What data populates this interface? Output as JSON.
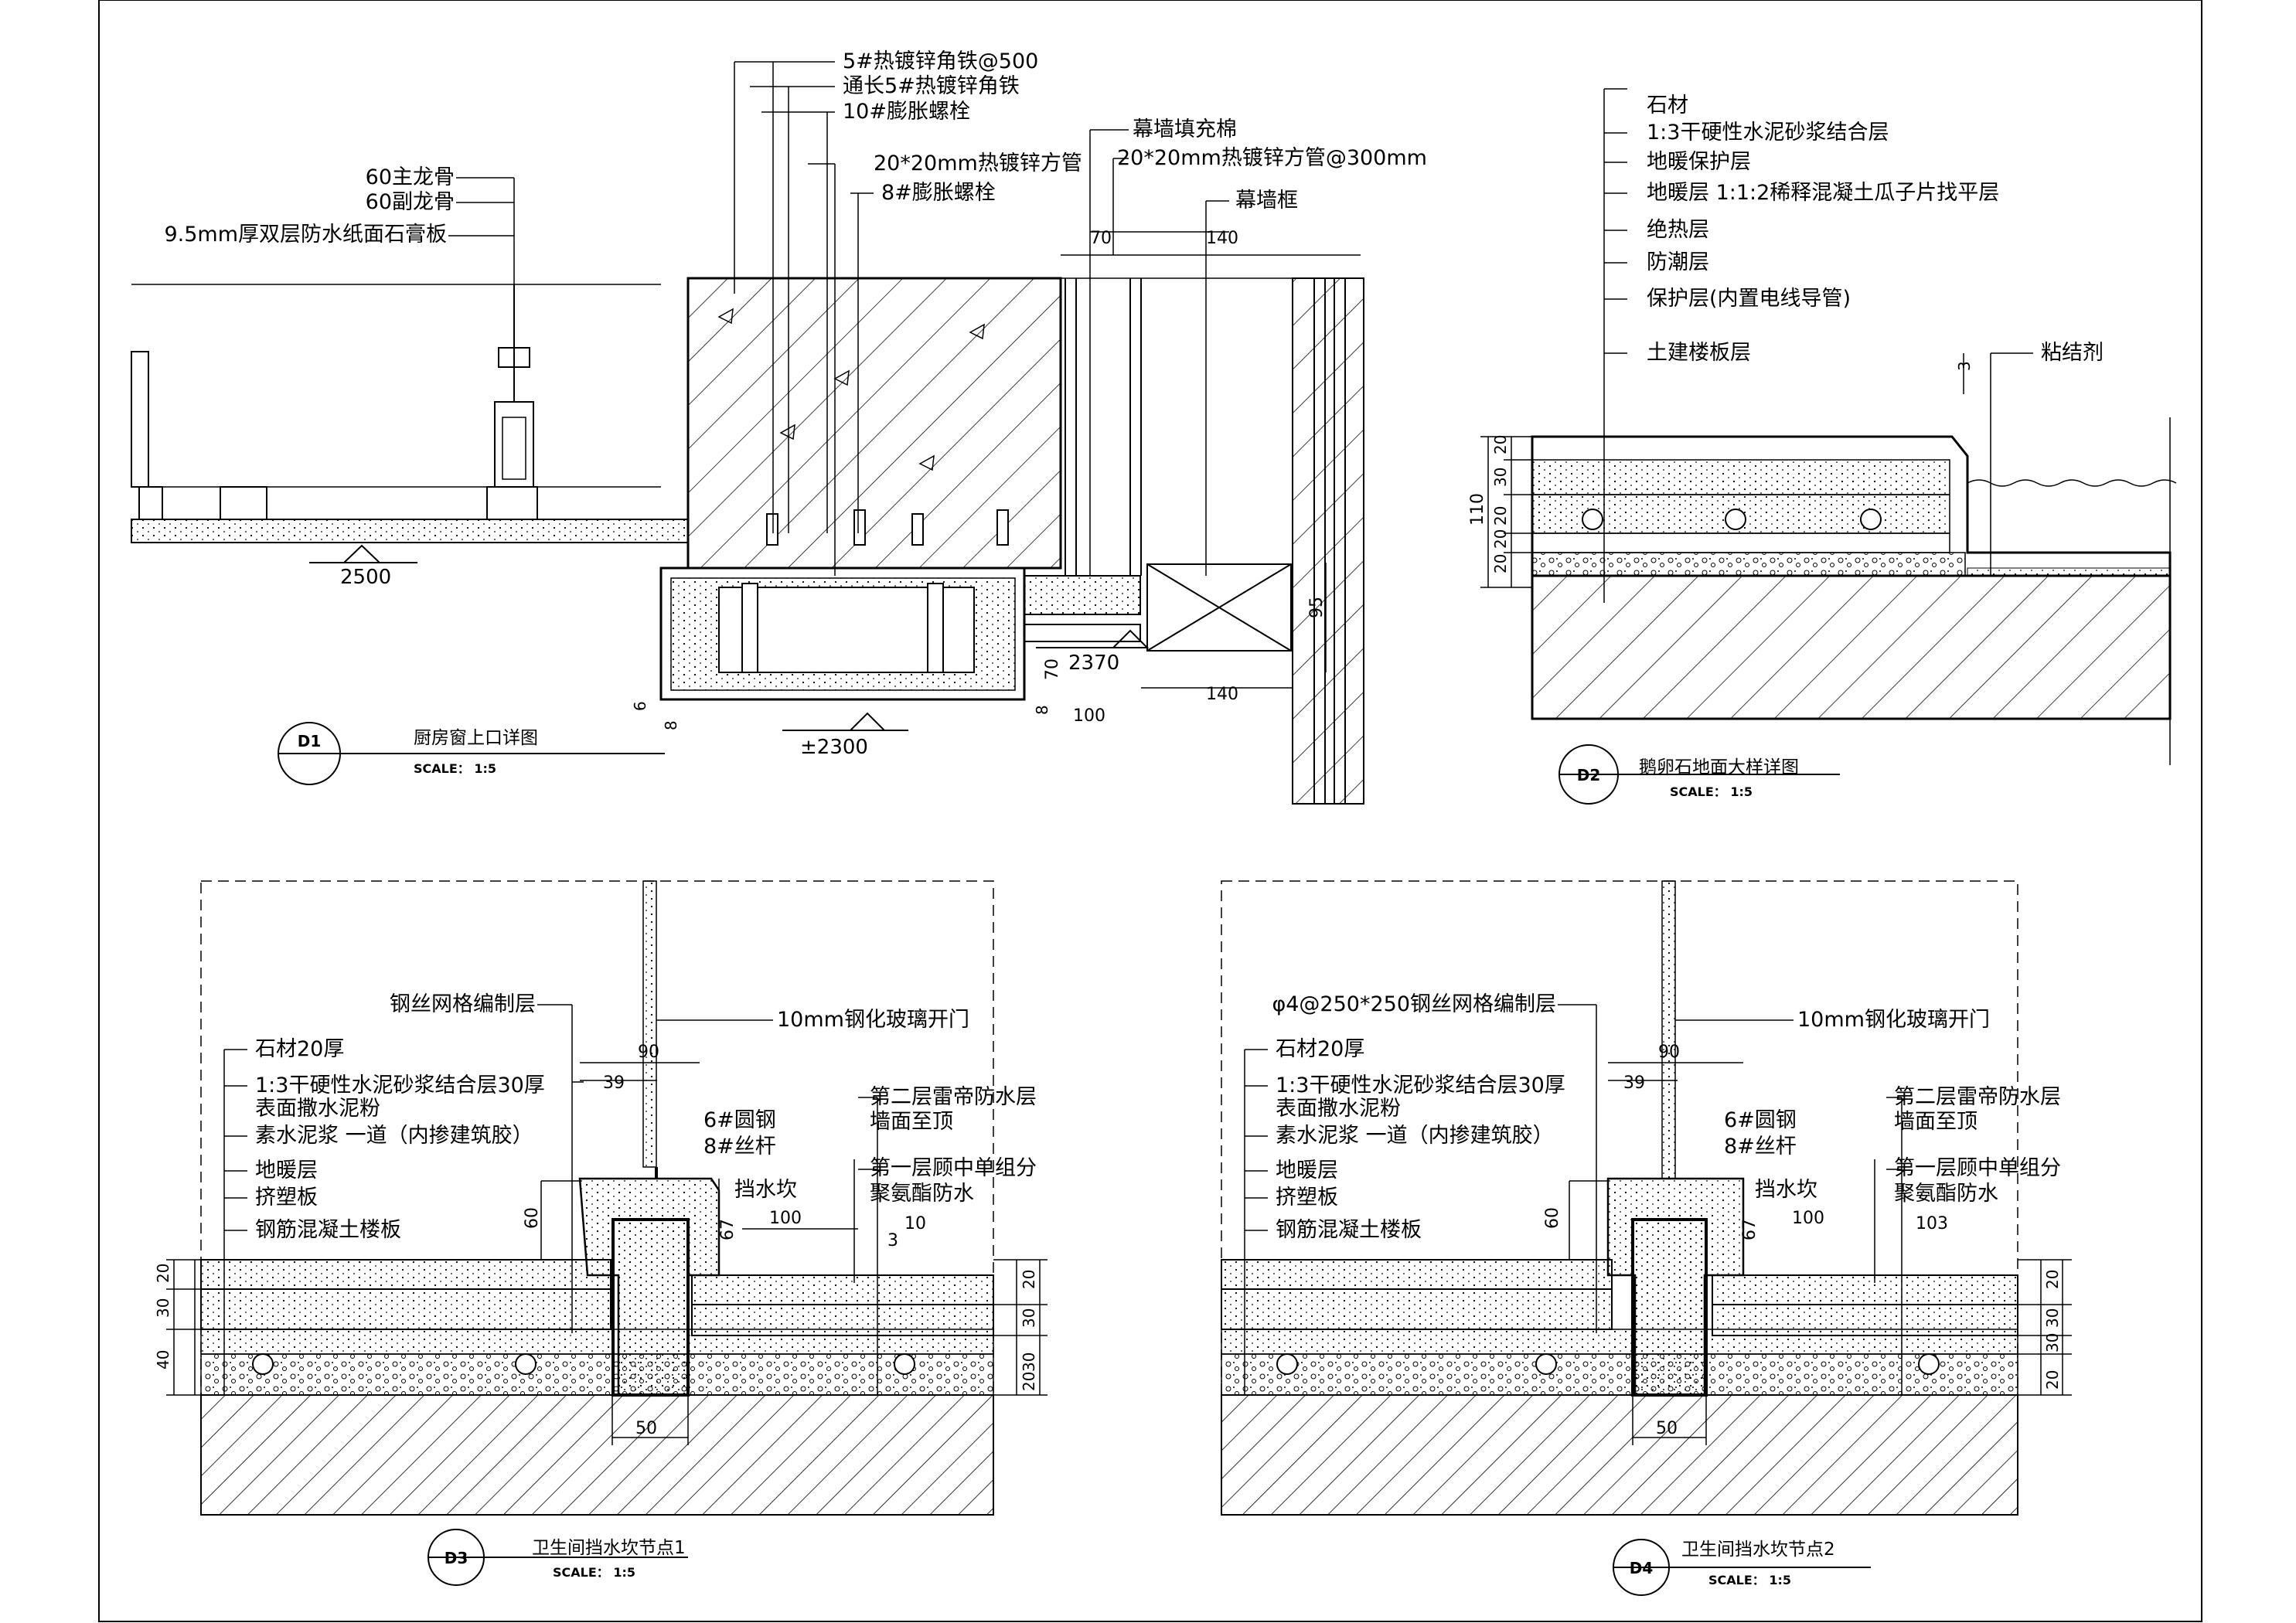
{
  "d1": {
    "id": "D1",
    "title": "厨房窗上口详图",
    "scale": "SCALE： 1:5",
    "callouts": [
      "5#热镀锌角铁@500",
      "通长5#热镀锌角铁",
      "10#膨胀螺栓",
      "20*20mm热镀锌方管",
      "8#膨胀螺栓"
    ],
    "left_callouts": [
      "60主龙骨",
      "60副龙骨",
      "9.5mm厚双层防水纸面石膏板"
    ],
    "right_callouts": [
      "幕墙填充棉",
      "20*20mm热镀锌方管@300mm",
      "幕墙框"
    ],
    "elevations": [
      "2500",
      "2370",
      "±2300"
    ],
    "dims": [
      "70",
      "140",
      "140",
      "95",
      "70",
      "100",
      "6",
      "8",
      "8"
    ]
  },
  "d2": {
    "id": "D2",
    "title": "鹅卵石地面大样详图",
    "scale": "SCALE： 1:5",
    "layers": [
      "石材",
      "1:3干硬性水泥砂浆结合层",
      "地暖保护层",
      "地暖层 1:1:2稀释混凝土瓜子片找平层",
      "绝热层",
      "防潮层",
      "保护层(内置电线导管)",
      "土建楼板层"
    ],
    "glue": "粘结剂",
    "dims": [
      "20",
      "30",
      "20",
      "20",
      "20",
      "110",
      "3"
    ]
  },
  "d3": {
    "id": "D3",
    "title": "卫生间挡水坎节点1",
    "scale": "SCALE： 1:5",
    "mesh": "钢丝网格编制层",
    "door": "10mm钢化玻璃开门",
    "layers": [
      "石材20厚",
      "1:3干硬性水泥砂浆结合层30厚",
      "表面撒水泥粉",
      "素水泥浆 一道（内掺建筑胶）",
      "地暖层",
      "挤塑板",
      "钢筋混凝土楼板"
    ],
    "rod": [
      "6#圆钢",
      "8#丝杆"
    ],
    "curb": "挡水坎",
    "waterproof": [
      "第二层雷帝防水层",
      "墙面至顶",
      "第一层顾中单组分",
      "聚氨酯防水"
    ],
    "dims": [
      "90",
      "39",
      "60",
      "67",
      "100",
      "10",
      "3",
      "50",
      "20",
      "30",
      "40",
      "20",
      "30",
      "30",
      "20"
    ]
  },
  "d4": {
    "id": "D4",
    "title": "卫生间挡水坎节点2",
    "scale": "SCALE： 1:5",
    "mesh": "φ4@250*250钢丝网格编制层",
    "door": "10mm钢化玻璃开门",
    "layers": [
      "石材20厚",
      "1:3干硬性水泥砂浆结合层30厚",
      "表面撒水泥粉",
      "素水泥浆 一道（内掺建筑胶）",
      "地暖层",
      "挤塑板",
      "钢筋混凝土楼板"
    ],
    "rod": [
      "6#圆钢",
      "8#丝杆"
    ],
    "curb": "挡水坎",
    "waterproof": [
      "第二层雷帝防水层",
      "墙面至顶",
      "第一层顾中单组分",
      "聚氨酯防水"
    ],
    "dims": [
      "90",
      "39",
      "60",
      "67",
      "100",
      "103",
      "50",
      "20",
      "30",
      "30",
      "20"
    ]
  }
}
